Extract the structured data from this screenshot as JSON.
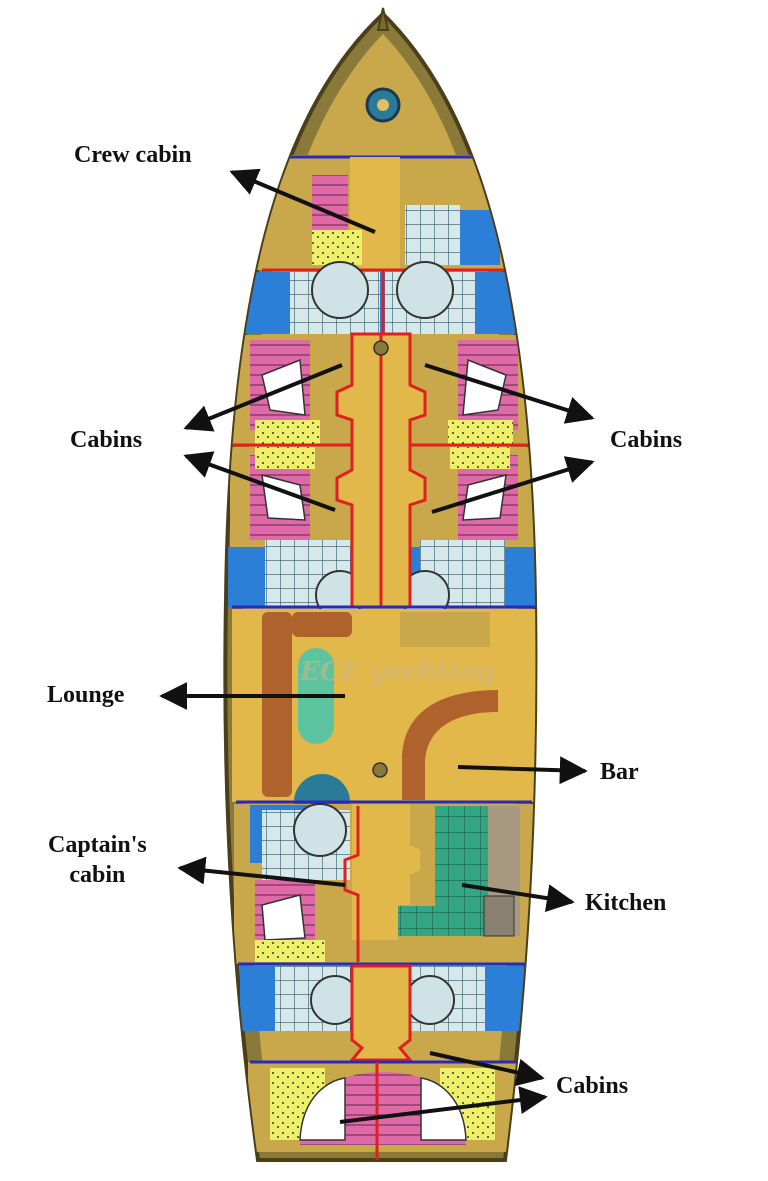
{
  "labels": {
    "crew_cabin": "Crew cabin",
    "cabins_left": "Cabins",
    "cabins_right": "Cabins",
    "lounge": "Lounge",
    "bar": "Bar",
    "captains_cabin": "Captain's\ncabin",
    "kitchen": "Kitchen",
    "cabins_aft": "Cabins"
  },
  "watermark": {
    "logo_text": "ECE yachting"
  },
  "colors": {
    "hull_outline": "#6b5a2a",
    "deck": "#c9a84c",
    "corridor": "#e3b84a",
    "cabin_blue": "#2b7fd6",
    "bed_pink": "#e06aa8",
    "bath_tile": "#cfe3e6",
    "kitchen_green": "#2e9c7a",
    "wall_red": "#e02020",
    "wall_blue": "#2a2ab8",
    "sofa_brown": "#b0622c",
    "arrow": "#111111"
  }
}
